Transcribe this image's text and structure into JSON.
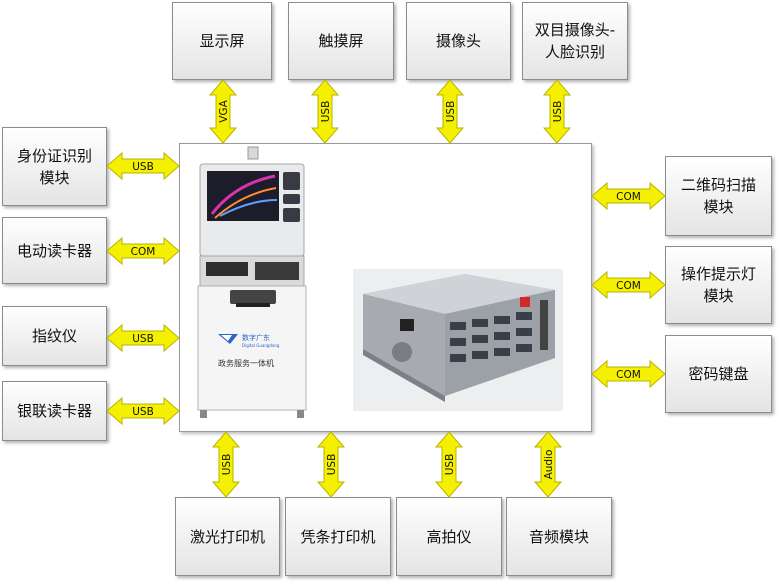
{
  "devices": {
    "display": "显示屏",
    "touch": "触摸屏",
    "camera": "摄像头",
    "dual_camera": "双目摄像头-\n人脸识别",
    "id_card": "身份证识别\n模块",
    "card_reader": "电动读卡器",
    "fingerprint": "指纹仪",
    "unionpay": "银联读卡器",
    "qr_scanner": "二维码扫描\n模块",
    "indicator": "操作提示灯\n模块",
    "pin_pad": "密码键盘",
    "laser_printer": "激光打印机",
    "receipt_printer": "凭条打印机",
    "document_camera": "高拍仪",
    "audio_module": "音频模块"
  },
  "interfaces": {
    "display": "VGA",
    "touch": "USB",
    "camera": "USB",
    "dual_camera": "USB",
    "id_card": "USB",
    "card_reader": "COM",
    "fingerprint": "USB",
    "unionpay": "USB",
    "qr_scanner": "COM",
    "indicator": "COM",
    "pin_pad": "COM",
    "laser_printer": "USB",
    "receipt_printer": "USB",
    "document_camera": "USB",
    "audio_module": "Audio"
  },
  "kiosk": {
    "brand": "数字广东",
    "brand_en": "Digital Guangdong",
    "caption": "政务服务一体机"
  },
  "colors": {
    "arrow_fill": "#f4f000",
    "arrow_stroke": "#b9b400"
  }
}
